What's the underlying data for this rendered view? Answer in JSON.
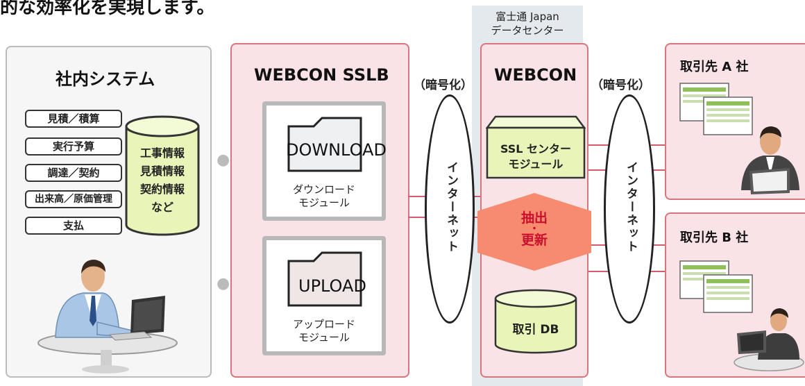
{
  "heading": {
    "text": "的な効率化を実現します。"
  },
  "datacenter": {
    "line1": "富士通 Japan",
    "line2": "データセンター"
  },
  "internal_system": {
    "title": "社内システム",
    "items": [
      "見積／積算",
      "実行予算",
      "調達／契約",
      "出来高／原価管理",
      "支払"
    ],
    "database_lines": [
      "工事情報",
      "見積情報",
      "契約情報",
      "など"
    ]
  },
  "sslb": {
    "title": "WEBCON SSLB",
    "download": {
      "word": "DOWNLOAD",
      "label_line1": "ダウンロード",
      "label_line2": "モジュール"
    },
    "upload": {
      "word": "UPLOAD",
      "label_line1": "アップロード",
      "label_line2": "モジュール"
    }
  },
  "encryption_label": "（暗号化）",
  "internet_label": "インターネット",
  "webcon": {
    "title": "WEBCON",
    "ssl_center_line1": "SSL センター",
    "ssl_center_line2": "モジュール",
    "extract_line1": "抽出",
    "extract_dot": "・",
    "extract_line2": "更新",
    "db_label": "取引 DB"
  },
  "partners": [
    {
      "name": "取引先  A 社"
    },
    {
      "name": "取引先  B 社"
    }
  ],
  "colors": {
    "pink_fill": "#f9e3e6",
    "pink_border": "#d9747f",
    "db_fill": "#e9f5b8",
    "arrow_fill": "#f78b70",
    "datacenter_bg": "#e4e9ed"
  }
}
